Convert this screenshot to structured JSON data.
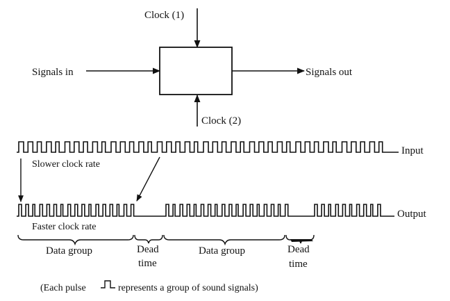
{
  "block": {
    "clock1": "Clock (1)",
    "clock2": "Clock (2)",
    "signals_in": "Signals in",
    "signals_out": "Signals out"
  },
  "timing": {
    "input_label": "Input",
    "output_label": "Output",
    "slower_rate": "Slower clock rate",
    "faster_rate": "Faster clock rate",
    "data_group_1": "Data group",
    "dead_time_1_line1": "Dead",
    "dead_time_1_line2": "time",
    "data_group_2": "Data group",
    "dead_time_2_line1": "Dead",
    "dead_time_2_line2": "time"
  },
  "caption": {
    "before": "(Each pulse",
    "after": "represents a group of sound signals)"
  }
}
